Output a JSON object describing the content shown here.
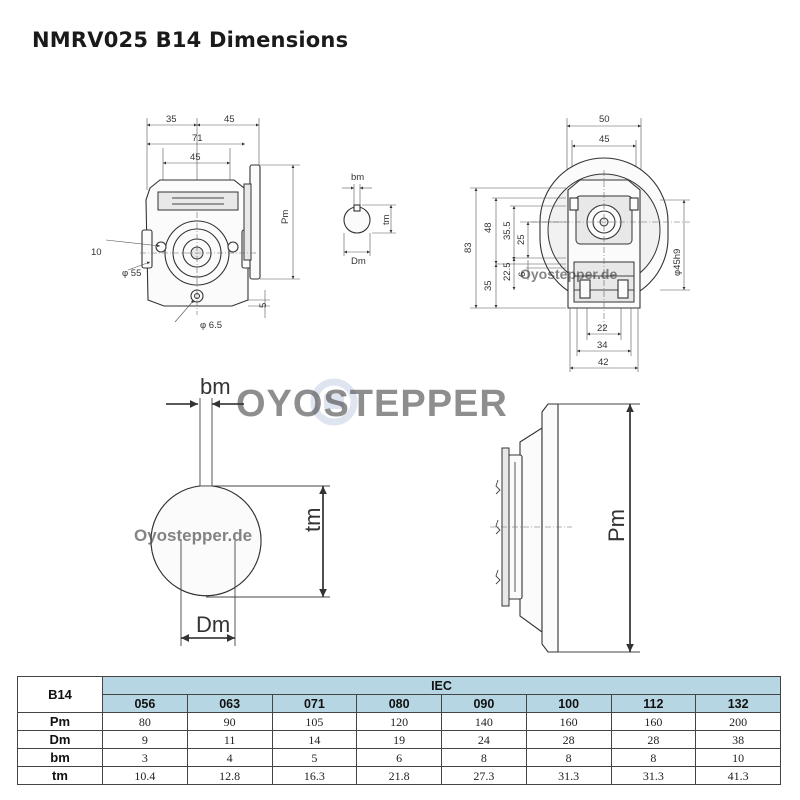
{
  "page": {
    "title": "NMRV025 B14 Dimensions"
  },
  "watermarks": {
    "brand": "OYOSTEPPER",
    "url_large": "Oyostepper.de",
    "url_small": "Oyostepper.de"
  },
  "front_view": {
    "dims": {
      "d35": "35",
      "d45_top": "45",
      "d71": "71",
      "d45_inner": "45",
      "d10": "10",
      "d55": "φ 55",
      "d65": "φ 6.5",
      "d5": "5",
      "pm": "Pm"
    }
  },
  "key_small": {
    "bm": "bm",
    "tm": "tm",
    "dm": "Dm"
  },
  "side_view": {
    "dims": {
      "d50": "50",
      "d45": "45",
      "d83": "83",
      "d48": "48",
      "d35_5": "35.5",
      "d25": "25",
      "d35": "35",
      "d22_5": "22.5",
      "d6": "6",
      "d45h9": "φ45h9",
      "d22": "22",
      "d34": "34",
      "d42": "42"
    }
  },
  "key_large": {
    "bm": "bm",
    "tm": "tm",
    "dm": "Dm"
  },
  "flange_large": {
    "pm": "Pm"
  },
  "table": {
    "corner": "B14",
    "group_header": "IEC",
    "columns": [
      "056",
      "063",
      "071",
      "080",
      "090",
      "100",
      "112",
      "132"
    ],
    "rows": [
      {
        "label": "Pm",
        "values": [
          "80",
          "90",
          "105",
          "120",
          "140",
          "160",
          "160",
          "200"
        ]
      },
      {
        "label": "Dm",
        "values": [
          "9",
          "11",
          "14",
          "19",
          "24",
          "28",
          "28",
          "38"
        ]
      },
      {
        "label": "bm",
        "values": [
          "3",
          "4",
          "5",
          "6",
          "8",
          "8",
          "8",
          "10"
        ]
      },
      {
        "label": "tm",
        "values": [
          "10.4",
          "12.8",
          "16.3",
          "21.8",
          "27.3",
          "31.3",
          "31.3",
          "41.3"
        ]
      }
    ]
  }
}
